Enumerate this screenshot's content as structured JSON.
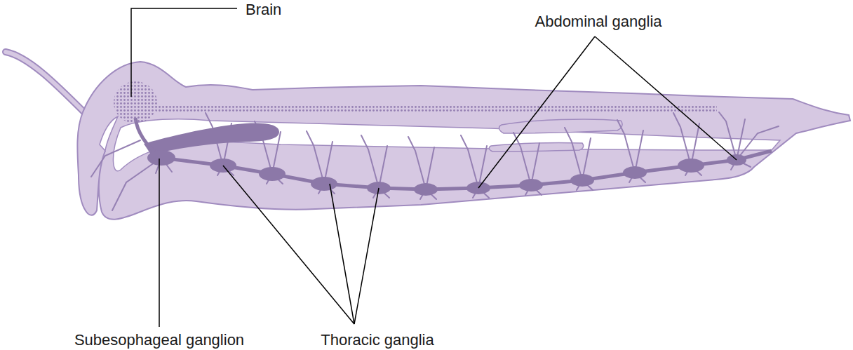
{
  "diagram": {
    "labels": [
      "Brain",
      "Abdominal ganglia",
      "Subesophageal ganglion",
      "Thoracic ganglia"
    ]
  }
}
